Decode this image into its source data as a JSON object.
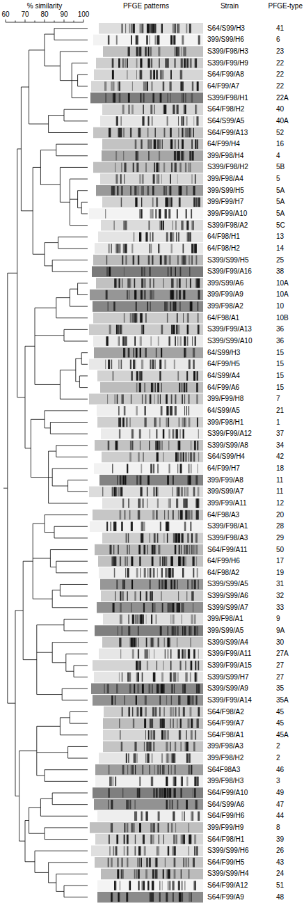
{
  "diagram": {
    "labels": [
      "% similarity",
      "60",
      "70",
      "80",
      "90",
      "100",
      "PFGE patterns",
      "Strain",
      "PFGE-type",
      "S64/S99/H3",
      "41",
      "399/S99/H6",
      "6",
      "S399/F98/H3",
      "23",
      "S399/F99/H9",
      "22",
      "S64/F99/A8",
      "22",
      "64/F99/A7",
      "22",
      "S399/F98/H1",
      "22A",
      "S64/F98/H2",
      "40",
      "S64/S99/A5",
      "40A",
      "S64/F99/A13",
      "52",
      "64/F99/H4",
      "16",
      "399/F98/H4",
      "4",
      "S399/F98/H2",
      "5B",
      "399/F98/A4",
      "5",
      "399/S99/H5",
      "5A",
      "399/F99/H7",
      "5A",
      "399/F99/A10",
      "5A",
      "S399/F98/A2",
      "5C",
      "64/F98/H1",
      "13",
      "64/F98/H2",
      "14",
      "S399/S99/H5",
      "25",
      "S399/F99/A16",
      "38",
      "399/S99/A6",
      "10A",
      "399/F99/A9",
      "10A",
      "399/F98/A2",
      "10",
      "64/F98/A1",
      "10B",
      "S399/F99/A13",
      "36",
      "S399/S99/A10",
      "36",
      "64/S99/H3",
      "15",
      "64/F99/H5",
      "15",
      "64/S99/A4",
      "15",
      "64/F99/A6",
      "15",
      "399/F99/H8",
      "7",
      "64/S99/A5",
      "21",
      "399/F98/H1",
      "1",
      "S399/F99/A12",
      "37",
      "S399/S99/A8",
      "34",
      "S64/S99/H4",
      "42",
      "64/F99/H7",
      "18",
      "399/F99/A8",
      "11",
      "399/S99/A7",
      "11",
      "399/F99/A11",
      "12",
      "64/F98/A3",
      "20",
      "S399/F98/A1",
      "28",
      "S399/F98/A3",
      "29",
      "S64/F99/A11",
      "50",
      "64/F99/H6",
      "17",
      "64/F98/A2",
      "19",
      "S399/S99/A5",
      "31",
      "S399/S99/A6",
      "32",
      "S399/S99/A7",
      "33",
      "399/F98/A1",
      "9",
      "399/S99/A5",
      "9A",
      "S399/S99/A4",
      "30",
      "S399/F99/A11",
      "27A",
      "S399/F99/A15",
      "27",
      "S399/S99/H7",
      "27",
      "S399/S99/A9",
      "35",
      "S399/F99/A14",
      "35A",
      "S64/F98/A2",
      "45",
      "S64/F99/A7",
      "45",
      "S64/F98/A1",
      "45A",
      "399/F98/A3",
      "2",
      "399/F98/H2",
      "2",
      "S64F98A3",
      "46",
      "399/F98/H3",
      "3",
      "S64/F99/A10",
      "49",
      "S64/S99/A6",
      "47",
      "S64/F99/H6",
      "44",
      "399/F99/H9",
      "8",
      "S64/F98/H1",
      "39",
      "S399/S99/H6",
      "26",
      "S64/F99/H5",
      "43",
      "S399/S99/H4",
      "24",
      "S64/F99/A12",
      "51",
      "S64/F99/A9",
      "48"
    ]
  }
}
